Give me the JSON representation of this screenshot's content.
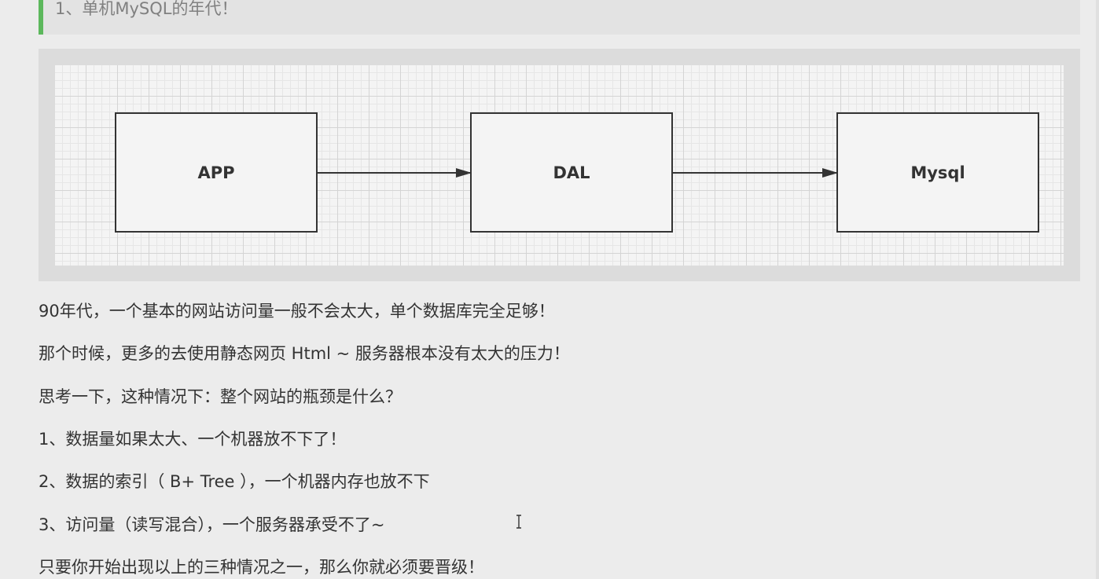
{
  "section": {
    "heading": "1、单机MySQL的年代！",
    "accent_color": "#5cb85c"
  },
  "diagram": {
    "nodes": [
      {
        "id": "app",
        "label": "APP"
      },
      {
        "id": "dal",
        "label": "DAL"
      },
      {
        "id": "mysql",
        "label": "Mysql"
      }
    ],
    "edges": [
      {
        "from": "app",
        "to": "dal"
      },
      {
        "from": "dal",
        "to": "mysql"
      }
    ]
  },
  "paragraphs": [
    "90年代，一个基本的网站访问量一般不会太大，单个数据库完全足够！",
    "那个时候，更多的去使用静态网页 Html ~ 服务器根本没有太大的压力！",
    "思考一下，这种情况下：整个网站的瓶颈是什么？",
    "1、数据量如果太大、一个机器放不下了！",
    "2、数据的索引（ B+ Tree ），一个机器内存也放不下",
    "3、访问量（读写混合），一个服务器承受不了~",
    "只要你开始出现以上的三种情况之一，那么你就必须要晋级！"
  ],
  "cursor": {
    "icon": "text-cursor-icon"
  }
}
